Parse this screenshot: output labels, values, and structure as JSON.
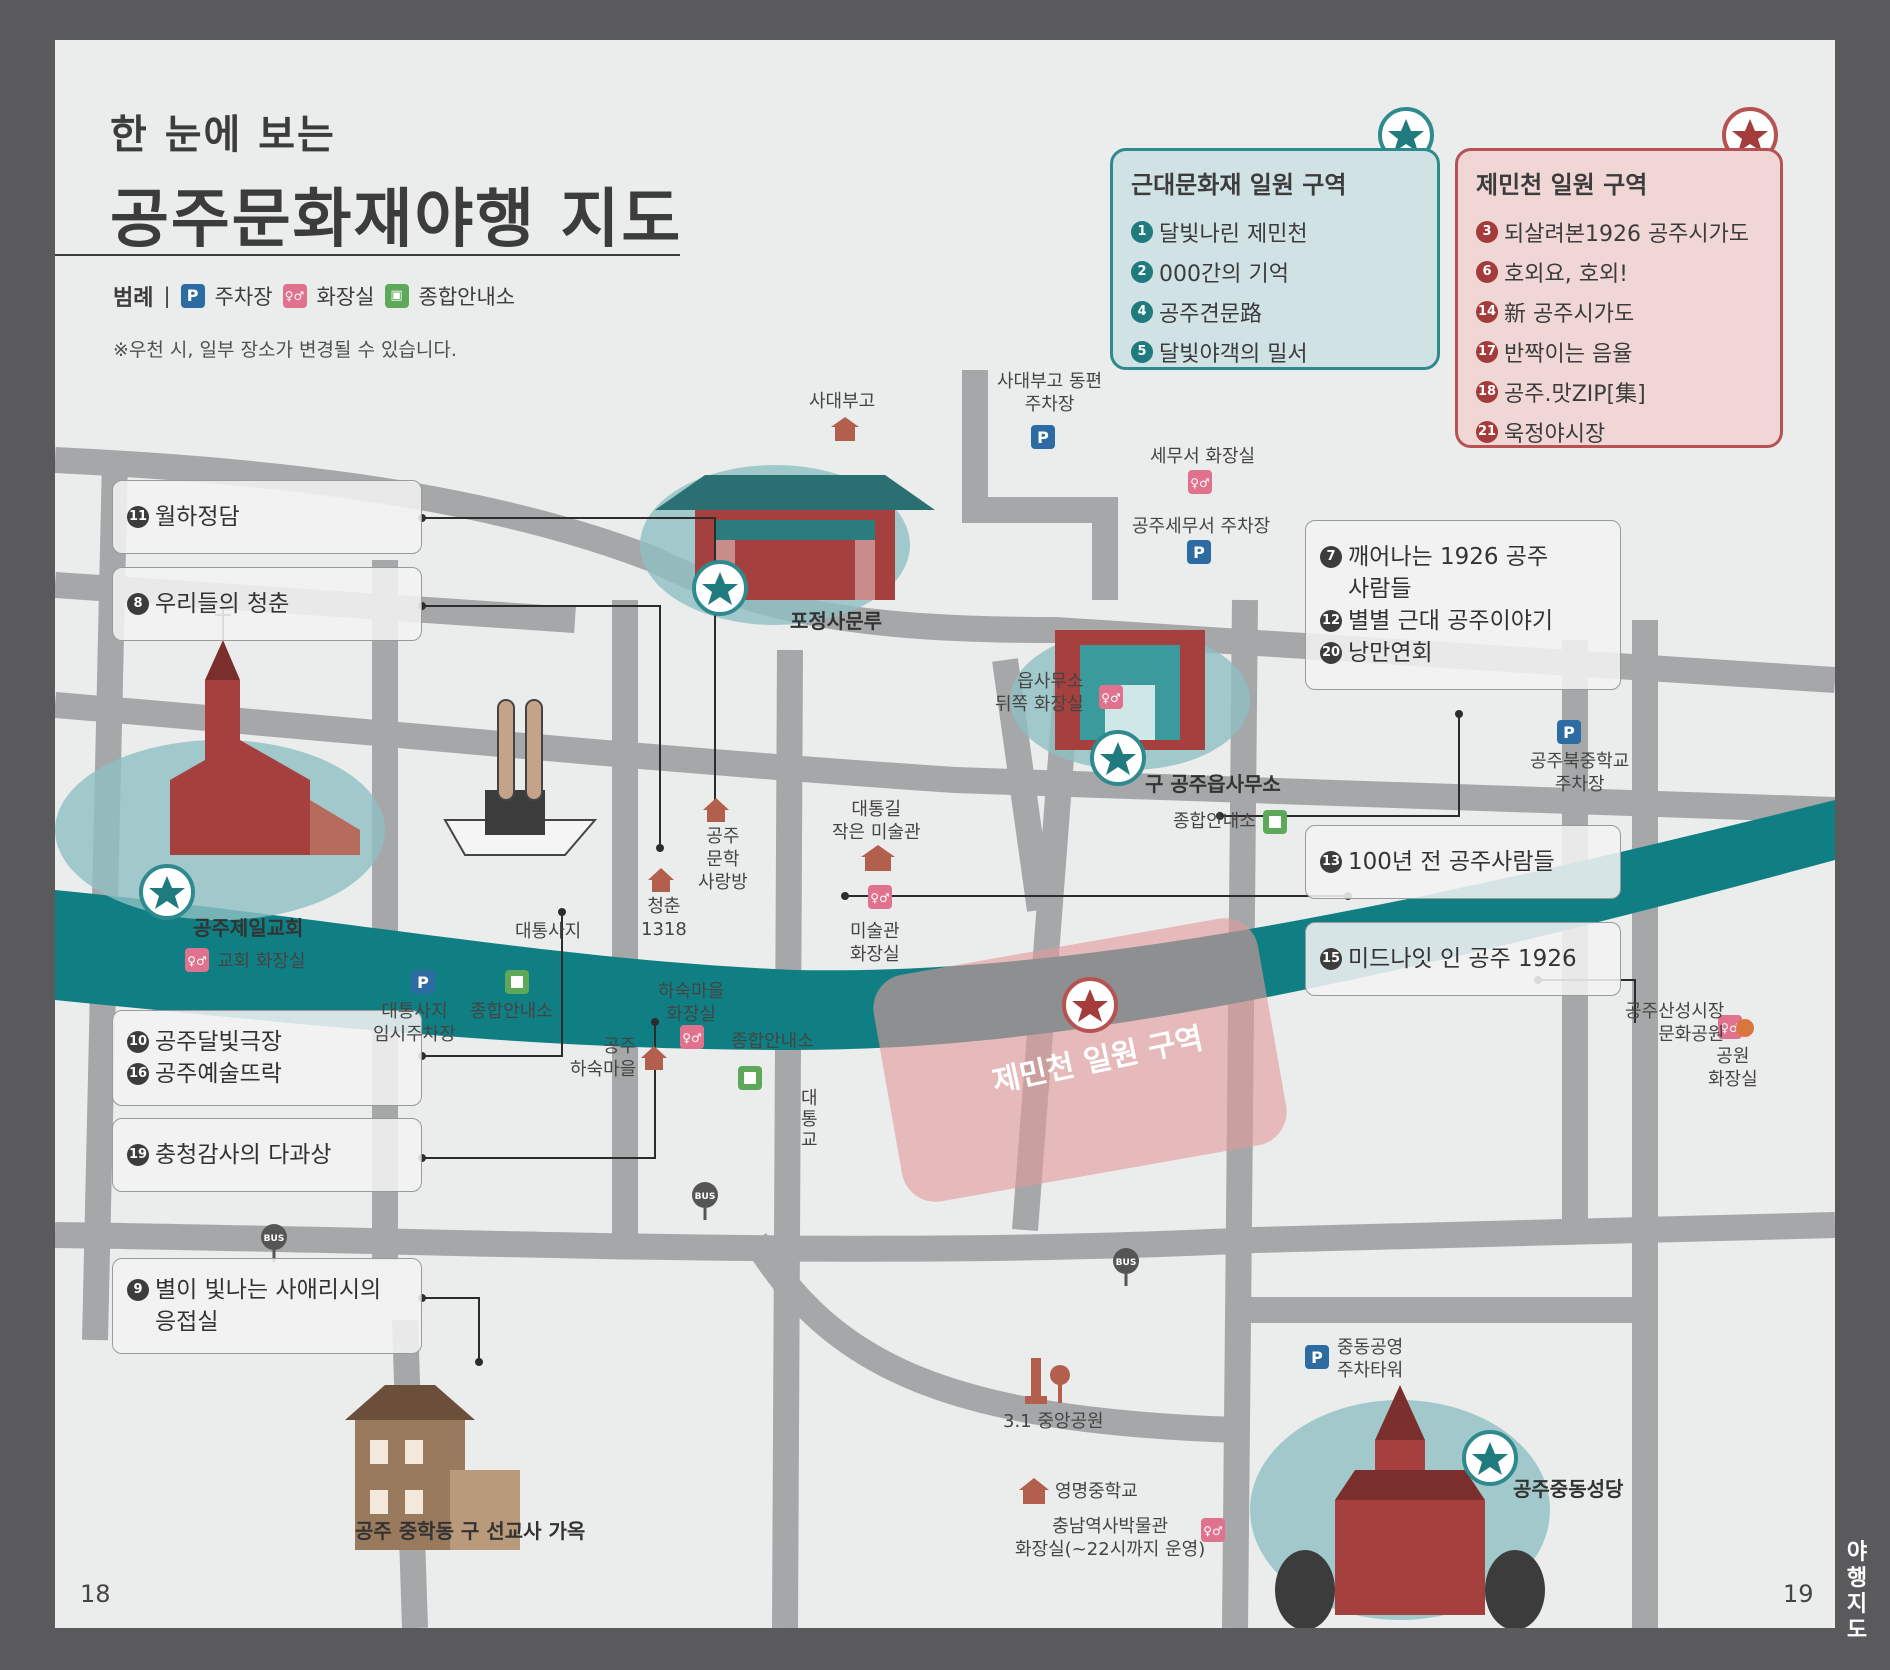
{
  "header": {
    "title_small": "한 눈에 보는",
    "title_big": "공주문화재야행 지도",
    "legend_label": "범례",
    "legend_items": [
      {
        "icon": "parking-icon",
        "label": "주차장"
      },
      {
        "icon": "toilet-icon",
        "label": "화장실"
      },
      {
        "icon": "info-center-icon",
        "label": "종합안내소"
      }
    ],
    "notice": "※우천 시, 일부 장소가 변경될 수 있습니다."
  },
  "zones": {
    "modern": {
      "title": "근대문화재 일원 구역",
      "items": [
        {
          "num": "1",
          "label": "달빛나린 제민천"
        },
        {
          "num": "2",
          "label": "000간의 기억"
        },
        {
          "num": "4",
          "label": "공주견문路"
        },
        {
          "num": "5",
          "label": "달빛야객의 밀서"
        }
      ]
    },
    "jemincheon": {
      "title": "제민천 일원 구역",
      "items": [
        {
          "num": "3",
          "label": "되살려본1926 공주시가도"
        },
        {
          "num": "6",
          "label": "호외요, 호외!"
        },
        {
          "num": "14",
          "label": "新 공주시가도"
        },
        {
          "num": "17",
          "label": "반짝이는 음율"
        },
        {
          "num": "18",
          "label": "공주.맛ZIP[集]"
        },
        {
          "num": "21",
          "label": "욱정야시장"
        }
      ]
    }
  },
  "program_boxes": [
    {
      "lines": [
        {
          "num": "11",
          "label": "월하정담"
        }
      ]
    },
    {
      "lines": [
        {
          "num": "8",
          "label": "우리들의 청춘"
        }
      ]
    },
    {
      "lines": [
        {
          "num": "10",
          "label": "공주달빛극장"
        },
        {
          "num": "16",
          "label": "공주예술뜨락"
        }
      ]
    },
    {
      "lines": [
        {
          "num": "19",
          "label": "충청감사의 다과상"
        }
      ]
    },
    {
      "lines": [
        {
          "num": "9",
          "label": "별이 빛나는 사애리시의"
        },
        {
          "num": "",
          "label": "응접실"
        }
      ]
    },
    {
      "lines": [
        {
          "num": "7",
          "label": "깨어나는 1926 공주"
        },
        {
          "num": "",
          "label": "사람들"
        },
        {
          "num": "12",
          "label": "별별 근대 공주이야기"
        },
        {
          "num": "20",
          "label": "낭만연회"
        }
      ]
    },
    {
      "lines": [
        {
          "num": "13",
          "label": "100년 전 공주사람들"
        }
      ]
    },
    {
      "lines": [
        {
          "num": "15",
          "label": "미드나잇 인 공주 1926"
        }
      ]
    }
  ],
  "landmarks": {
    "pojeongsa": "포정사문루",
    "eupsamuso": "구 공주읍사무소",
    "church": "공주제일교회",
    "jungdong": "공주중동성당",
    "missionary": "공주 중학동 구 선교사 가옥",
    "jemincheon_zone": "제민천 일원 구역"
  },
  "labels": {
    "sadaebugo": "사대부고",
    "sadaebugo_parking": "사대부고 동편\n주차장",
    "tax_toilet": "세무서 화장실",
    "tax_parking": "공주세무서 주차장",
    "eup_toilet": "읍사무소\n뒤쪽 화장실",
    "info_center": "종합안내소",
    "bukjung_parking": "공주북중학교\n주차장",
    "daetong_gallery": "대통길\n작은 미술관",
    "gallery_toilet": "미술관\n화장실",
    "daetongsaji": "대통사지",
    "church_toilet": "교회 화장실",
    "daetong_parking": "대통사지\n임시주차장",
    "info_center2": "종합안내소",
    "cheongchun": "청춘\n1318",
    "literature": "공주\n문학\n사랑방",
    "hasuk_toilet": "하숙마을\n화장실",
    "hasuk": "공주\n하숙마을",
    "info_center3": "종합안내소",
    "daetonggyo": "대\n통\n교",
    "market_park": "공주산성시장\n문화공원",
    "park_toilet": "공원\n화장실",
    "jungdong_parking": "중동공영\n주차타워",
    "samil_park": "3.1 중앙공원",
    "yeongmyeong": "영명중학교",
    "museum_toilet": "충남역사박물관\n화장실(~22시까지 운영)",
    "bus": "BUS"
  },
  "page_numbers": {
    "left": "18",
    "right": "19"
  },
  "side_tab": "야\n행\n지\n도",
  "colors": {
    "road": "#a6a7a9",
    "river": "#0f7f83",
    "teal_accent": "#2e8a8e",
    "red_accent": "#b65352",
    "parking": "#2c6ca3",
    "toilet": "#e0728e",
    "info": "#5ea85a"
  }
}
